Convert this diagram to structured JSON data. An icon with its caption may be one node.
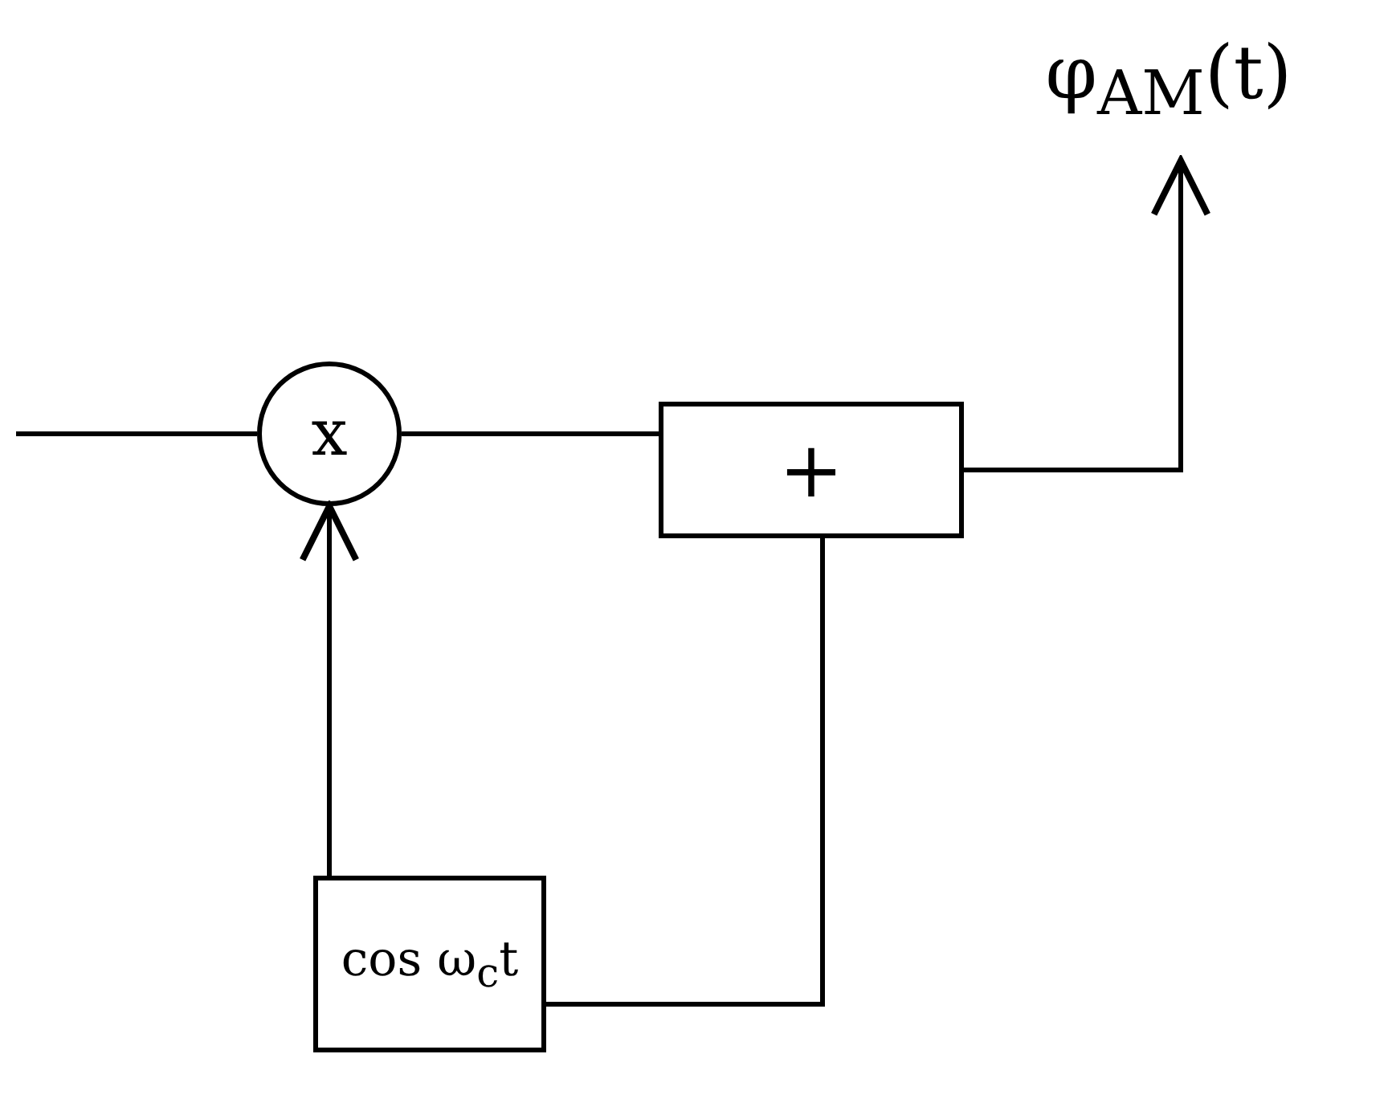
{
  "diagram": {
    "nodes": [
      {
        "text": [
          "φ$_{AM}$(t)"
        ]
      },
      {
        "text": [
          "x"
        ]
      },
      {
        "text": [
          "+"
        ]
      },
      {
        "text": [
          "cos ω$_{c}$t"
        ]
      }
    ],
    "edges": [
      {
        "from": null,
        "to": 1,
        "arrow": "none"
      },
      {
        "from": 1,
        "to": 2,
        "arrow": "none"
      },
      {
        "from": 2,
        "to": 0,
        "arrow": "to"
      },
      {
        "from": 3,
        "to": 1,
        "arrow": "to"
      },
      {
        "from": 3,
        "to": 2,
        "arrow": "none"
      }
    ]
  }
}
